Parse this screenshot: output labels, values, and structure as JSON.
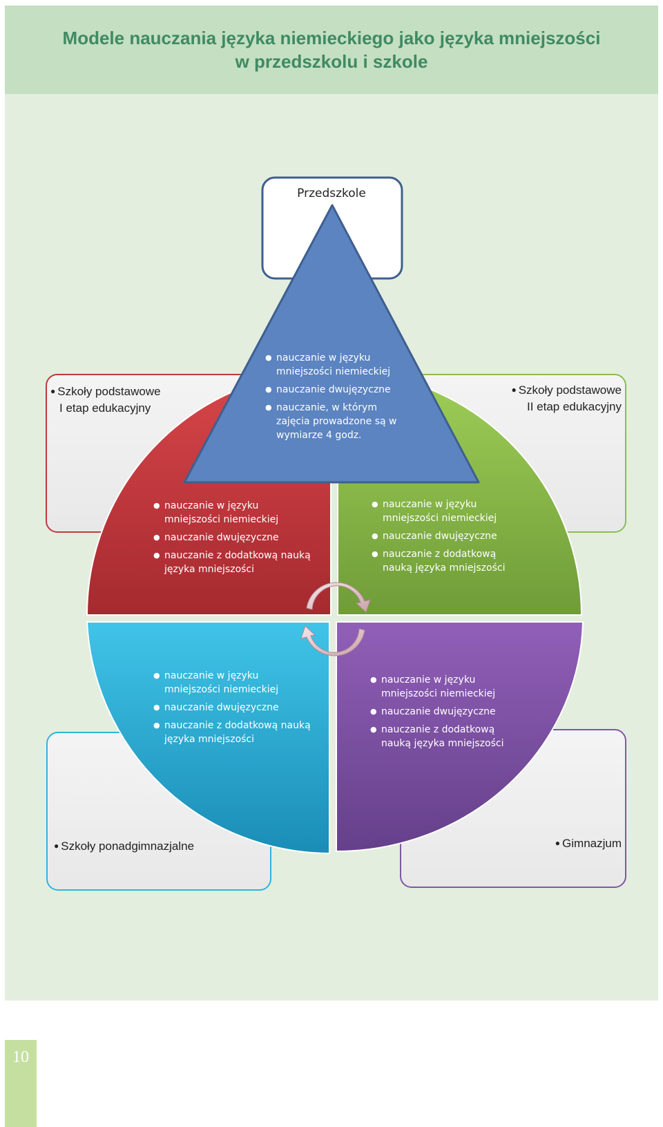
{
  "title": {
    "line1": "Modele nauczania języka niemieckiego jako języka mniejszości",
    "line2": "w przedszkolu i szkole"
  },
  "preschool": {
    "label": "Przedszkole",
    "bullets": [
      "nauczanie w języku mniejszości niemieckiej",
      "nauczanie dwujęzyczne",
      "nauczanie, w którym zajęcia prowadzone są w wymiarze 4 godz."
    ]
  },
  "primary_1": {
    "label_line1": "Szkoły podstawowe",
    "label_line2": "I etap edukacyjny",
    "bullets": [
      "nauczanie w języku mniejszości niemieckiej",
      "nauczanie dwujęzyczne",
      "nauczanie z dodatkową nauką języka mniejszości"
    ]
  },
  "primary_2": {
    "label_line1": "Szkoły podstawowe",
    "label_line2": "II etap edukacyjny",
    "bullets": [
      "nauczanie w języku mniejszości niemieckiej",
      "nauczanie dwujęzyczne",
      "nauczanie z dodatkową nauką języka mniejszości"
    ]
  },
  "upper_secondary": {
    "label": "Szkoły ponadgimnazjalne",
    "bullets": [
      "nauczanie w języku mniejszości niemieckiej",
      "nauczanie dwujęzyczne",
      "nauczanie z dodatkową nauką języka mniejszości"
    ]
  },
  "middle_school": {
    "label": "Gimnazjum",
    "bullets": [
      "nauczanie w języku mniejszości niemieckiej",
      "nauczanie dwujęzyczne",
      "nauczanie z dodatkową nauką języka mniejszości"
    ]
  },
  "page_number": "10",
  "colors": {
    "header": "#c4dfc2",
    "background": "#e3eedf",
    "title_text": "#3f8a63",
    "red": "#c0383c",
    "green": "#8dbd4c",
    "blue": "#2fb4db",
    "purple": "#7f57a6",
    "triangle": "#5b84c0"
  },
  "icons": [
    "cycle-arrows-icon"
  ]
}
